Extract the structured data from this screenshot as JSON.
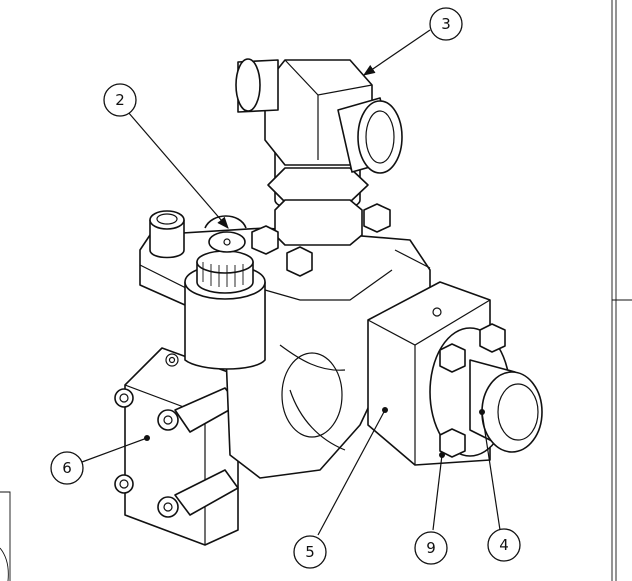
{
  "callouts": [
    {
      "label": "2"
    },
    {
      "label": "3"
    },
    {
      "label": "4"
    },
    {
      "label": "5"
    },
    {
      "label": "6"
    },
    {
      "label": "9"
    }
  ]
}
